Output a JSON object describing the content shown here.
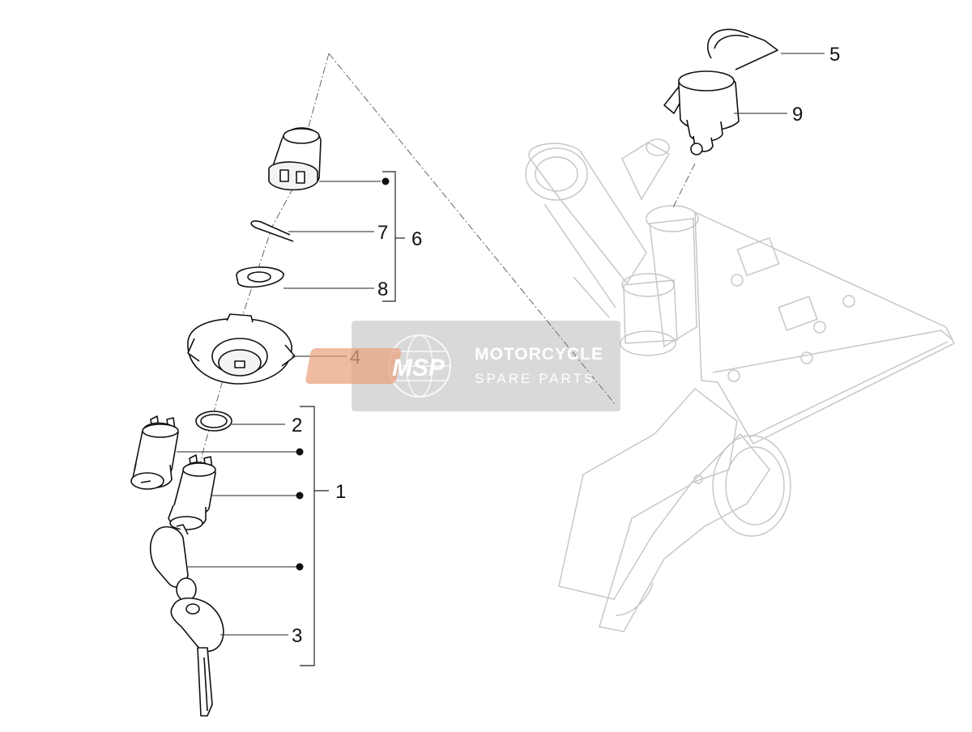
{
  "callouts": {
    "c1": "1",
    "c2": "2",
    "c3": "3",
    "c4": "4",
    "c5": "5",
    "c6": "6",
    "c7": "7",
    "c8": "8",
    "c9": "9"
  },
  "watermark": {
    "logo_text": "MSP",
    "title": "MOTORCYCLE",
    "subtitle": "SPARE PARTS"
  },
  "colors": {
    "line": "#111111",
    "ghost": "#c7c7c7",
    "watermark_accent": "#e8a07a"
  }
}
